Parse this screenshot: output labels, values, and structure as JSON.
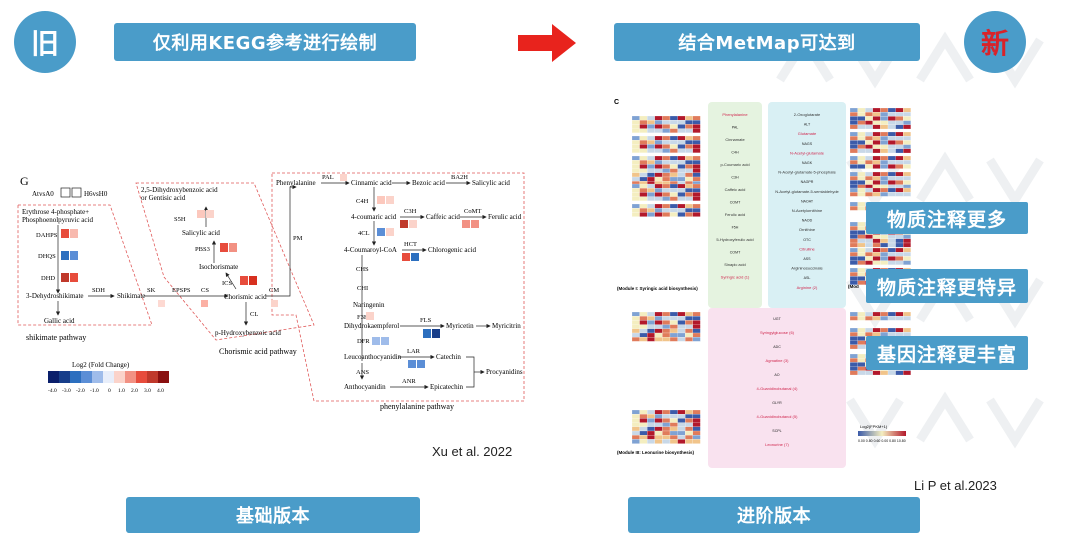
{
  "header": {
    "old_badge": "旧",
    "new_badge": "新",
    "left_title": "仅利用KEGG参考进行绘制",
    "right_title": "结合MetMap可达到"
  },
  "footer": {
    "left_label": "基础版本",
    "right_label": "进阶版本"
  },
  "citations": {
    "left": "Xu et al. 2022",
    "right": "Li P et al.2023"
  },
  "callouts": [
    "物质注释更多",
    "物质注释更特异",
    "基因注释更丰富"
  ],
  "colors": {
    "accent": "#4a9cc9",
    "arrow": "#e8231d",
    "new_badge_text": "#d8232a",
    "up": "#d7301f",
    "down": "#2c6fbf",
    "dash": "#e05a5a"
  },
  "left_figure": {
    "panel_letter": "G",
    "legend_labels": [
      "AtvsA0",
      "H6vsH0"
    ],
    "shikimate": {
      "caption": "shikimate pathway",
      "nodes": [
        "Erythrose 4-phosphate+",
        "Phosphoenolpyruvic acid",
        "DAHPS",
        "DHQS",
        "DHD",
        "3-Dehydroshikimate",
        "SDH",
        "Gallic acid",
        "Shikimate",
        "SK",
        "EPSPS",
        "CS"
      ]
    },
    "chorismic": {
      "caption": "Chorismic acid pathway",
      "nodes": [
        "2,5-Dihydroxybenzoic acid",
        "or Gentisic acid",
        "S5H",
        "Salicylic acid",
        "PBS3",
        "Isochorismate",
        "ICS",
        "Chorismic acid",
        "CM",
        "CL",
        "p-Hydroxybenzoic acid"
      ]
    },
    "phenyl": {
      "caption": "phenylalanine pathway",
      "nodes": [
        "Phenylalanine",
        "PAL",
        "Cinnamic acid",
        "Bezoic acid",
        "BA2H",
        "Salicylic acid",
        "PM",
        "C4H",
        "4-coumaric acid",
        "C3H",
        "Caffeic acid",
        "CoMT",
        "Ferulic acid",
        "4CL",
        "4-Coumaroyl-CoA",
        "HCT",
        "Chlorogenic acid",
        "CHS",
        "CHI",
        "Naringenin",
        "F3H",
        "Dihydrokaempferol",
        "FLS",
        "Myricetin",
        "Myricitrin",
        "DFR",
        "Leucoanthocyanidin",
        "LAR",
        "Catechin",
        "ANS",
        "Anthocyanidin",
        "ANR",
        "Epicatechin",
        "Procyanidins"
      ]
    },
    "scale": {
      "title": "Log2 (Fold Change)",
      "ticks": [
        "-4.0",
        "-3.0",
        "-2.0",
        "-1.0",
        "0",
        "1.0",
        "2.0",
        "3.0",
        "4.0"
      ]
    }
  },
  "right_figure": {
    "panel_letter": "C",
    "module1_label": "(Module I: Syringic acid biosynthesis)",
    "module3_label": "(Module III: Leonurine biosynthesis)",
    "module2_label": "(Mod",
    "col_module1": [
      "Phenylalanine",
      "PAL",
      "Cinnamate",
      "C4H",
      "p-Coumaric acid",
      "C3H",
      "Caffeic acid",
      "COMT",
      "Ferulic acid",
      "F5H",
      "5-Hydroxyferulic acid",
      "COMT",
      "Sinapic acid",
      "Syringic acid (1)"
    ],
    "col_module2": [
      "2-Oxoglutarate",
      "ALT",
      "Glutamate",
      "NAGS",
      "N-Acetyl-glutamate",
      "NAGK",
      "N-Acetyl-glutamate-5-phosphate",
      "NAGPR",
      "N-Acetyl-glutamate-5-semialdehyde",
      "NAOAT",
      "N-Acetylornithine",
      "NAOD",
      "Ornithine",
      "OTC",
      "Citrulline",
      "ASS",
      "Argininosuccinate",
      "ASL",
      "Arginine (2)"
    ],
    "col_module3": [
      "UGT",
      "Syringylglucose (6)",
      "ADC",
      "Agmatine (3)",
      "AO",
      "4-Guanidinobutanal (4)",
      "GLYR",
      "4-Guanidinobutanol (5)",
      "SCPL",
      "Leonurine (7)"
    ],
    "scale_title": "Log2(FPKM+1)",
    "scale_ticks": [
      "0.00",
      "0.80",
      "0.60",
      "0.00",
      "0.80",
      "10.80"
    ]
  }
}
